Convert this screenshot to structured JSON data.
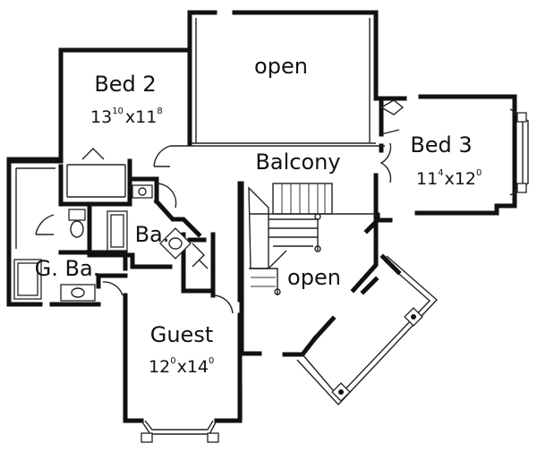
{
  "rooms": {
    "bed2": {
      "name": "Bed 2",
      "w": "13",
      "wf": "10",
      "d": "11",
      "df": "8"
    },
    "bed3": {
      "name": "Bed 3",
      "w": "11",
      "wf": "4",
      "d": "12",
      "df": "0"
    },
    "guest": {
      "name": "Guest",
      "w": "12",
      "wf": "0",
      "d": "14",
      "df": "0"
    },
    "balcony": {
      "name": "Balcony"
    },
    "open_top": {
      "name": "open"
    },
    "open_mid": {
      "name": "open"
    },
    "ba": {
      "name": "Ba."
    },
    "gba": {
      "name": "G. Ba."
    }
  },
  "dim_sep": "x"
}
